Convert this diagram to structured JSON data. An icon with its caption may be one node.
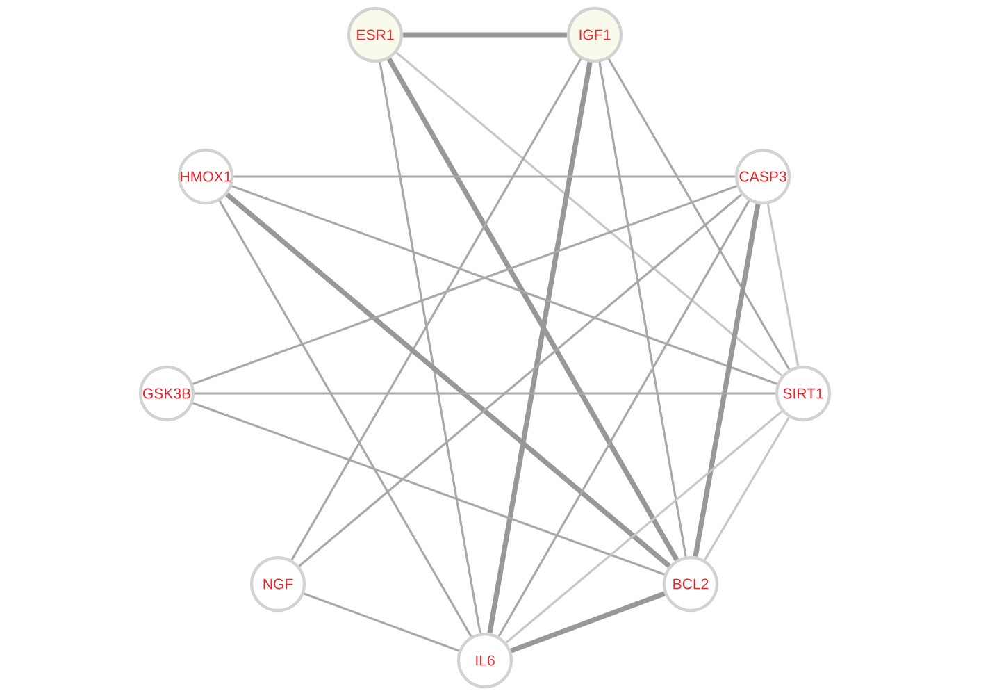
{
  "diagram": {
    "nodes": [
      {
        "text": [
          "ESR1"
        ]
      },
      {
        "text": [
          "IGF1"
        ]
      },
      {
        "text": [
          "HMOX1"
        ]
      },
      {
        "text": [
          "CASP3"
        ]
      },
      {
        "text": [
          "GSK3B"
        ]
      },
      {
        "text": [
          "SIRT1"
        ]
      },
      {
        "text": [
          "NGF"
        ]
      },
      {
        "text": [
          "BCL2"
        ]
      },
      {
        "text": [
          "IL6"
        ]
      }
    ],
    "edges": [
      {
        "from": 0,
        "to": 1,
        "arrow": "none",
        "style": "thick"
      },
      {
        "from": 0,
        "to": 8,
        "arrow": "none"
      },
      {
        "from": 0,
        "to": 7,
        "arrow": "none",
        "style": "thick"
      },
      {
        "from": 0,
        "to": 5,
        "arrow": "none",
        "color": "#c8c8c8"
      },
      {
        "from": 1,
        "to": 6,
        "arrow": "none"
      },
      {
        "from": 1,
        "to": 8,
        "arrow": "none",
        "style": "thick"
      },
      {
        "from": 1,
        "to": 7,
        "arrow": "none"
      },
      {
        "from": 1,
        "to": 5,
        "arrow": "none"
      },
      {
        "from": 2,
        "to": 3,
        "arrow": "none"
      },
      {
        "from": 2,
        "to": 5,
        "arrow": "none"
      },
      {
        "from": 2,
        "to": 7,
        "arrow": "none",
        "style": "thick"
      },
      {
        "from": 2,
        "to": 8,
        "arrow": "none"
      },
      {
        "from": 3,
        "to": 4,
        "arrow": "none"
      },
      {
        "from": 3,
        "to": 6,
        "arrow": "none"
      },
      {
        "from": 3,
        "to": 8,
        "arrow": "none"
      },
      {
        "from": 3,
        "to": 7,
        "arrow": "none",
        "style": "thick"
      },
      {
        "from": 3,
        "to": 5,
        "arrow": "none",
        "color": "#c8c8c8"
      },
      {
        "from": 4,
        "to": 5,
        "arrow": "none"
      },
      {
        "from": 4,
        "to": 7,
        "arrow": "none"
      },
      {
        "from": 5,
        "to": 7,
        "arrow": "none",
        "color": "#c8c8c8"
      },
      {
        "from": 5,
        "to": 8,
        "arrow": "none",
        "color": "#c8c8c8"
      },
      {
        "from": 6,
        "to": 8,
        "arrow": "none"
      },
      {
        "from": 8,
        "to": 7,
        "arrow": "none",
        "style": "thick"
      }
    ]
  }
}
